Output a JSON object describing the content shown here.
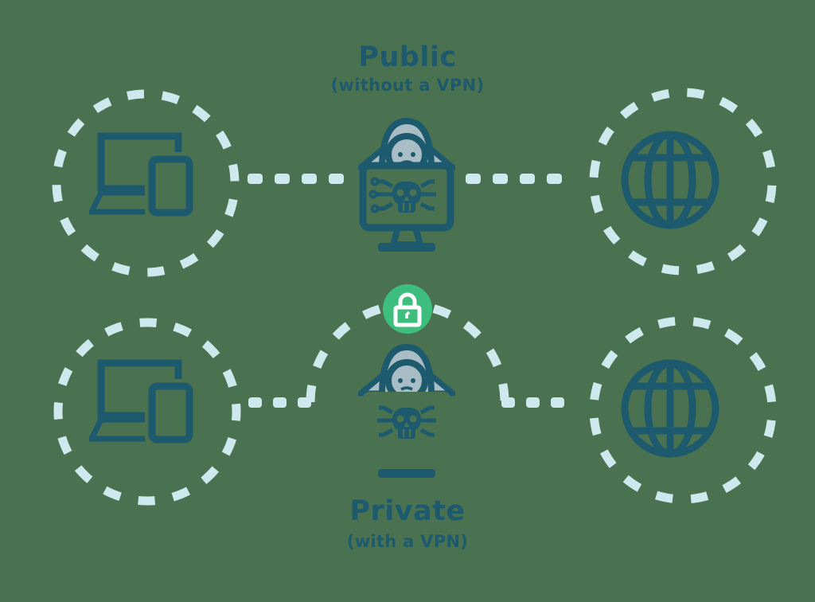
{
  "colors": {
    "background": "#4A7150",
    "ink": "#1D5A6E",
    "dash": "#CDE9ED",
    "hood": "#A9BDC7",
    "lock_green": "#3EBE7D",
    "lock_glyph": "#FFFFFF"
  },
  "public": {
    "title": "Public",
    "subtitle": "(without a VPN)"
  },
  "private": {
    "title": "Private",
    "subtitle": "(with a VPN)"
  },
  "icons": {
    "left": "laptop-and-tablet-icon",
    "center": "hacker-monitor-skull-icon",
    "right": "internet-globe-icon",
    "badge": "padlock-icon"
  }
}
